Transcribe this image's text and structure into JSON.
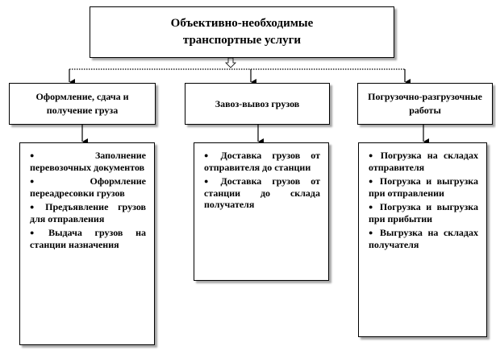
{
  "root": {
    "line1": "Объективно-необходимые",
    "line2": "транспортные услуги"
  },
  "categories": [
    {
      "title": "Оформление, сдача и получение груза"
    },
    {
      "title": "Завоз-вывоз грузов"
    },
    {
      "title": "Погрузочно-разгрузочные работы"
    }
  ],
  "lists": [
    {
      "items": [
        "Заполнение перевозочных документов",
        "Оформление переадресовки грузов",
        "Предъявление грузов для отправления",
        "Выдача грузов на станции назначения"
      ]
    },
    {
      "items": [
        "Доставка грузов от отправителя до станции",
        "Доставка грузов от станции до склада получателя"
      ]
    },
    {
      "items": [
        "Погрузка на складах отправителя",
        "Погрузка и выгрузка при отправлении",
        "Погрузка и выгрузка при прибытии",
        "Выгрузка на складах получателя"
      ]
    }
  ],
  "bullet": "●"
}
